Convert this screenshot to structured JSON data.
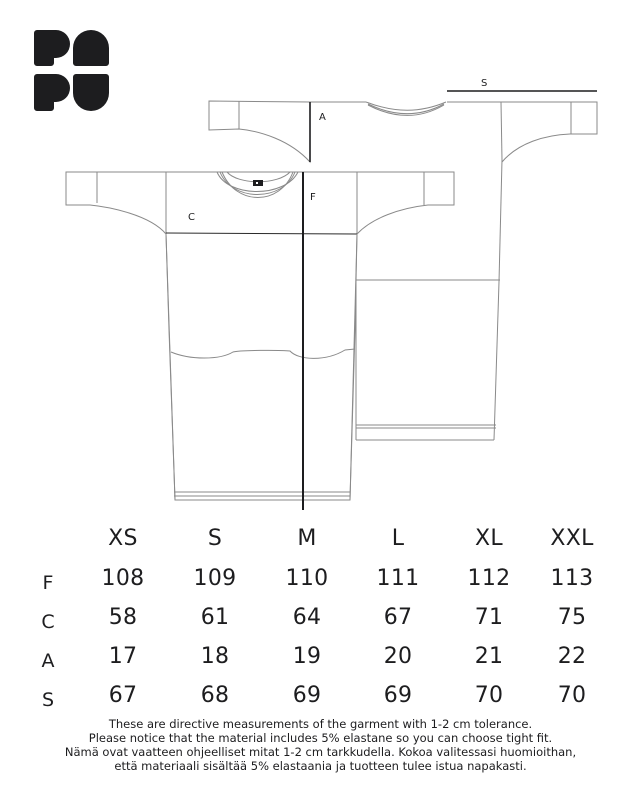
{
  "brand": {
    "logo_text": "PAPU",
    "logo_color": "#1d1d1f"
  },
  "diagram": {
    "labels": {
      "A": "A",
      "S": "S",
      "C": "C",
      "F": "F"
    },
    "views": [
      "back",
      "front"
    ],
    "line_color": "#888888",
    "measure_color": "#1d1d1f"
  },
  "size_chart": {
    "sizes": [
      "XS",
      "S",
      "M",
      "L",
      "XL",
      "XXL"
    ],
    "rows": [
      {
        "label": "F",
        "values": [
          "108",
          "109",
          "110",
          "111",
          "112",
          "113"
        ]
      },
      {
        "label": "C",
        "values": [
          "58",
          "61",
          "64",
          "67",
          "71",
          "75"
        ]
      },
      {
        "label": "A",
        "values": [
          "17",
          "18",
          "19",
          "20",
          "21",
          "22"
        ]
      },
      {
        "label": "S",
        "values": [
          "67",
          "68",
          "69",
          "69",
          "70",
          "70"
        ]
      }
    ]
  },
  "notes": [
    "These are directive measurements of the garment with 1-2 cm tolerance.",
    "Please notice that the material includes 5% elastane so you can choose tight fit.",
    "Nämä ovat vaatteen ohjeelliset mitat 1-2 cm tarkkudella. Kokoa valitessasi huomioithan,",
    "että materiaali sisältää 5% elastaania  ja tuotteen tulee istua napakasti."
  ]
}
